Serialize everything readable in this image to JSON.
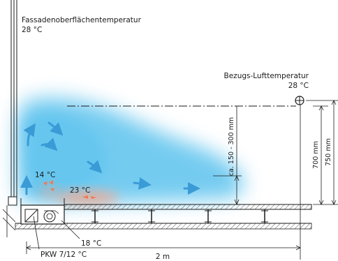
{
  "labels": {
    "facade_title": "Fassadenoberflächentemperatur",
    "facade_temp": "28 °C",
    "ref_title": "Bezugs-Lufttemperatur",
    "ref_temp": "28 °C",
    "temp_a": "14 °C",
    "temp_b": "23 °C",
    "temp_c": "18 °C",
    "pkw": "PKW 7/12 °C",
    "distance": "2 m",
    "dim_small": "ca. 150 - 300 mm",
    "dim_700": "700 mm",
    "dim_750": "750 mm"
  },
  "colors": {
    "cold_air": "#5cc2ee",
    "warm_air": "#f2a48a",
    "flow_arrow": "#3a9bd6",
    "warm_arrow": "#ee7a55",
    "line": "#1a1a1a"
  }
}
